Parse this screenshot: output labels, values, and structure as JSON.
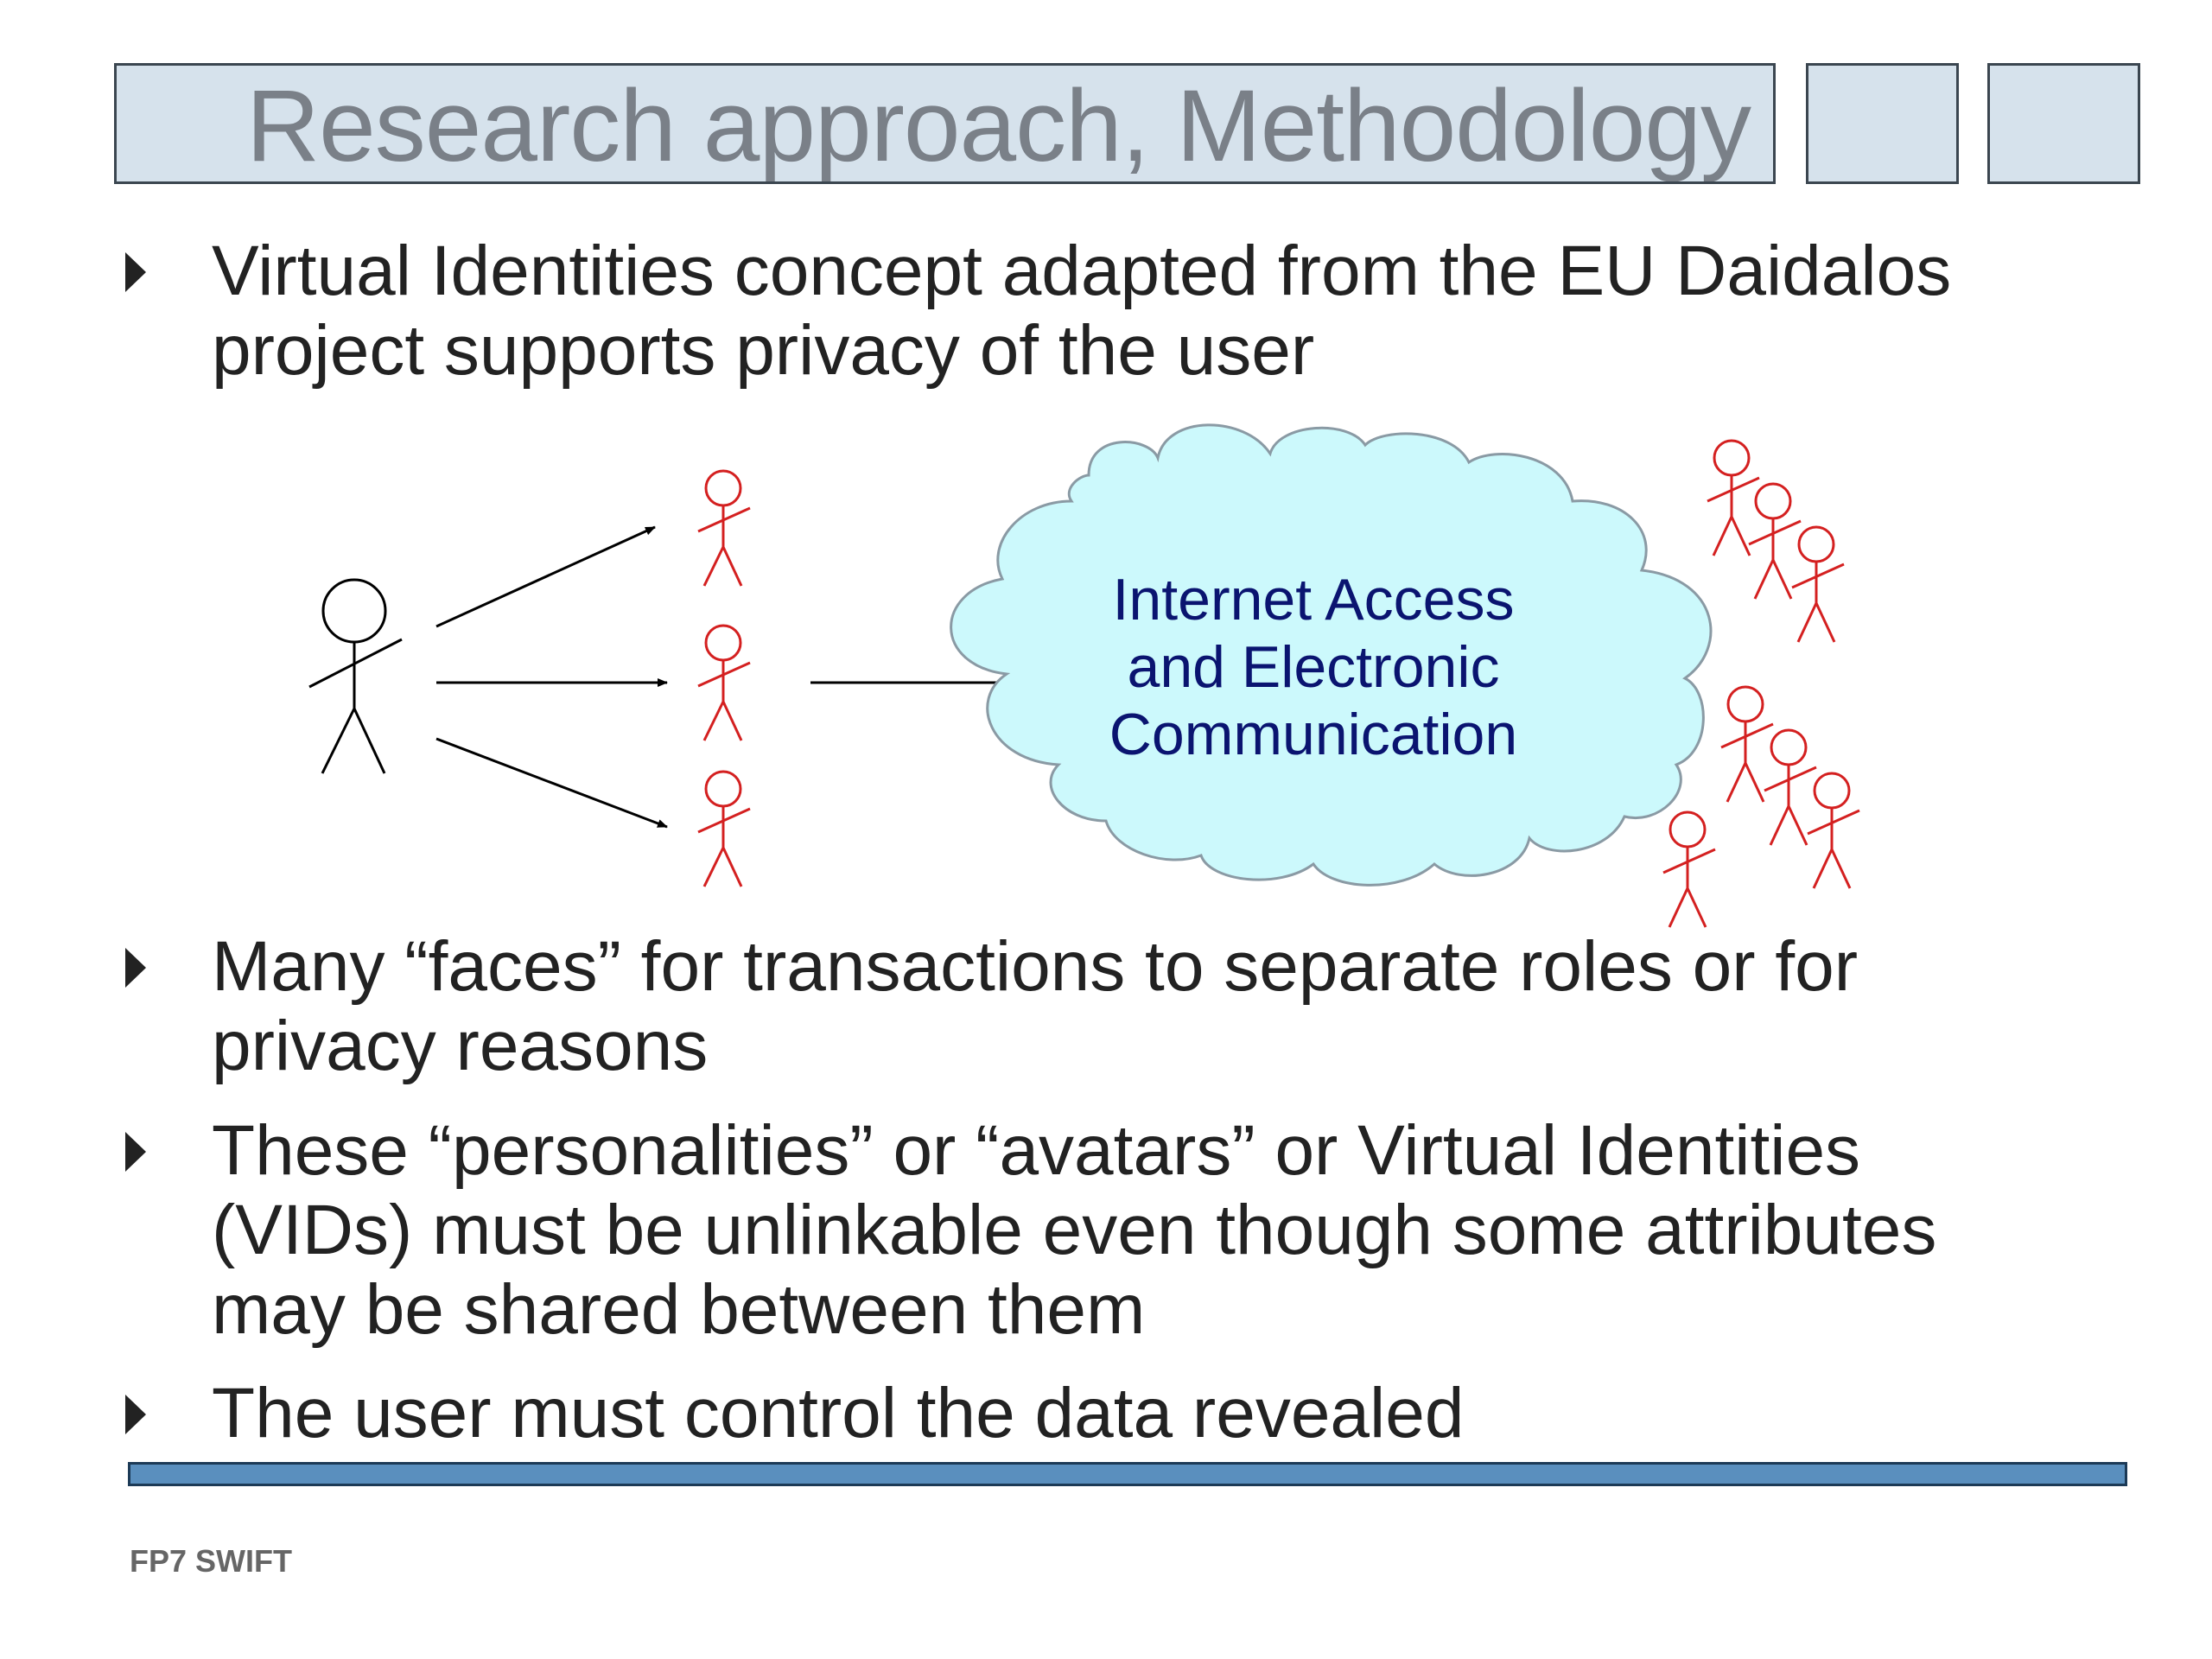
{
  "slide": {
    "title": "Research approach, Methodology",
    "footer": "FP7 SWIFT"
  },
  "bullets": [
    {
      "lines": [
        "Virtual Identities concept adapted from the EU Daidalos",
        "project supports privacy of the user"
      ]
    },
    {
      "lines": [
        "Many “faces” for transactions to separate roles or for",
        "privacy reasons"
      ]
    },
    {
      "lines": [
        "These “personalities” or “avatars” or Virtual Identities",
        "(VIDs) must be unlinkable even though some attributes",
        "may be shared between them"
      ]
    },
    {
      "lines": [
        "The user must control the data revealed"
      ]
    }
  ],
  "diagram": {
    "cloud_label_lines": [
      "Internet Access",
      "and Electronic",
      "Communication"
    ]
  },
  "colors": {
    "title_fill": "#d6e2ec",
    "title_text": "#7a8088",
    "body_text": "#222222",
    "cloud_fill": "#ccf9fc",
    "cloud_text": "#0a1470",
    "vid_figure": "#d42020",
    "rule": "#5a8fbe"
  }
}
